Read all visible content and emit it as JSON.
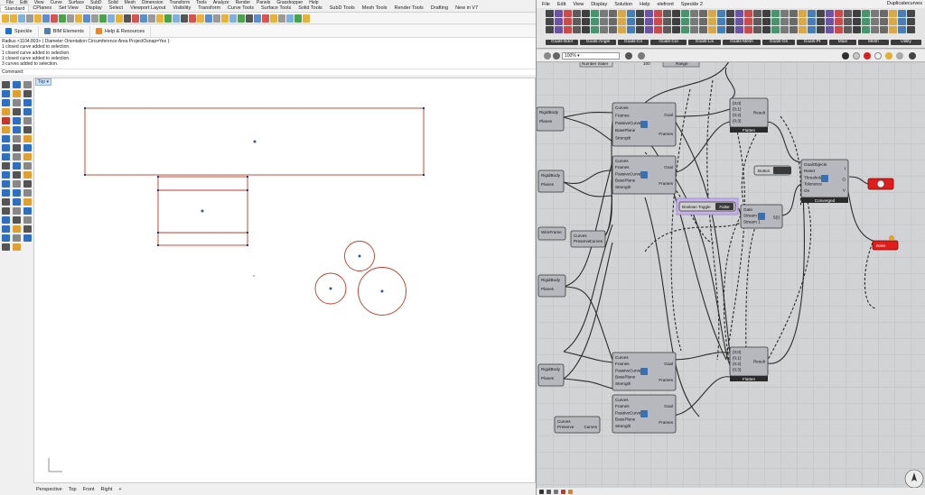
{
  "rhino": {
    "menu": [
      "File",
      "Edit",
      "View",
      "Curve",
      "Surface",
      "SubD",
      "Solid",
      "Mesh",
      "Dimension",
      "Transform",
      "Tools",
      "Analyze",
      "Render",
      "Panels",
      "Grasshopper",
      "Help"
    ],
    "toolbar_tabs": [
      "Standard",
      "CPlanes",
      "Set View",
      "Display",
      "Select",
      "Viewport Layout",
      "Visibility",
      "Transform",
      "Curve Tools",
      "Surface Tools",
      "Solid Tools",
      "SubD Tools",
      "Mesh Tools",
      "Render Tools",
      "Drafting",
      "New in V7"
    ],
    "active_toolbar_tab": "Standard",
    "panel_tabs": [
      "Speckle",
      "BIM Elements",
      "Help & Resources"
    ],
    "history": [
      "Radius <1104.803> ( Diameter  Orientation  Circumference  Area  ProjectOsnap=Yes ):",
      "1 closed curve added to selection.",
      "1 closed curve added to selection.",
      "1 closed curve added to selection.",
      "3 curves added to selection."
    ],
    "command_label": "Command:",
    "viewport_label": "Top",
    "viewport_tabs": [
      "Perspective",
      "Top",
      "Front",
      "Right"
    ],
    "add_viewport_symbol": "+",
    "geometry_color": "#c0392b"
  },
  "gh": {
    "menu": [
      "File",
      "Edit",
      "View",
      "Display",
      "Solution",
      "Help",
      "elefront",
      "Speckle 2"
    ],
    "document_name": "Duplicatecurves",
    "tab_groups": [
      "Goals-Bdof",
      "Goals-Angle",
      "Goals-Cn",
      "Goals-Col",
      "Goals-Lin",
      "Goals-Mesh",
      "Goals-On",
      "Goals-Pt",
      "Main",
      "Mesh",
      "Utility"
    ],
    "zoom": "100%",
    "components": {
      "number_slider": "Number Slider",
      "number_slider_value": "100",
      "range": "Range",
      "rigid_body": [
        "RigidBody",
        "Planes"
      ],
      "collider_inputs": [
        "Curves",
        "Frames",
        "PassiveCurves",
        "BasePlane",
        "Strength"
      ],
      "collider_outputs": [
        "Goal",
        "Frames"
      ],
      "flatten_inputs": [
        "{0;0}",
        "{0;1}",
        "{0;2}",
        "{0;3}"
      ],
      "flatten_output": "Result",
      "flatten_name": "Flatten",
      "wire_frame": "WireFrame",
      "preserve_inputs": [
        "Curves",
        "Preserve"
      ],
      "preserve_output": "Curves",
      "button": "Button",
      "solver_inputs": [
        "GoalObjects",
        "Reset",
        "Threshold",
        "Tolerance",
        "On"
      ],
      "solver_outputs": [
        "I",
        "O",
        "V"
      ],
      "solver_name": "Converged",
      "boolean_toggle": "Boolean Toggle",
      "boolean_value": "False",
      "gate_inputs": [
        "Gate",
        "Stream 0",
        "Stream 1"
      ],
      "gate_output": "S(I)",
      "bake_label": "Bake"
    }
  }
}
